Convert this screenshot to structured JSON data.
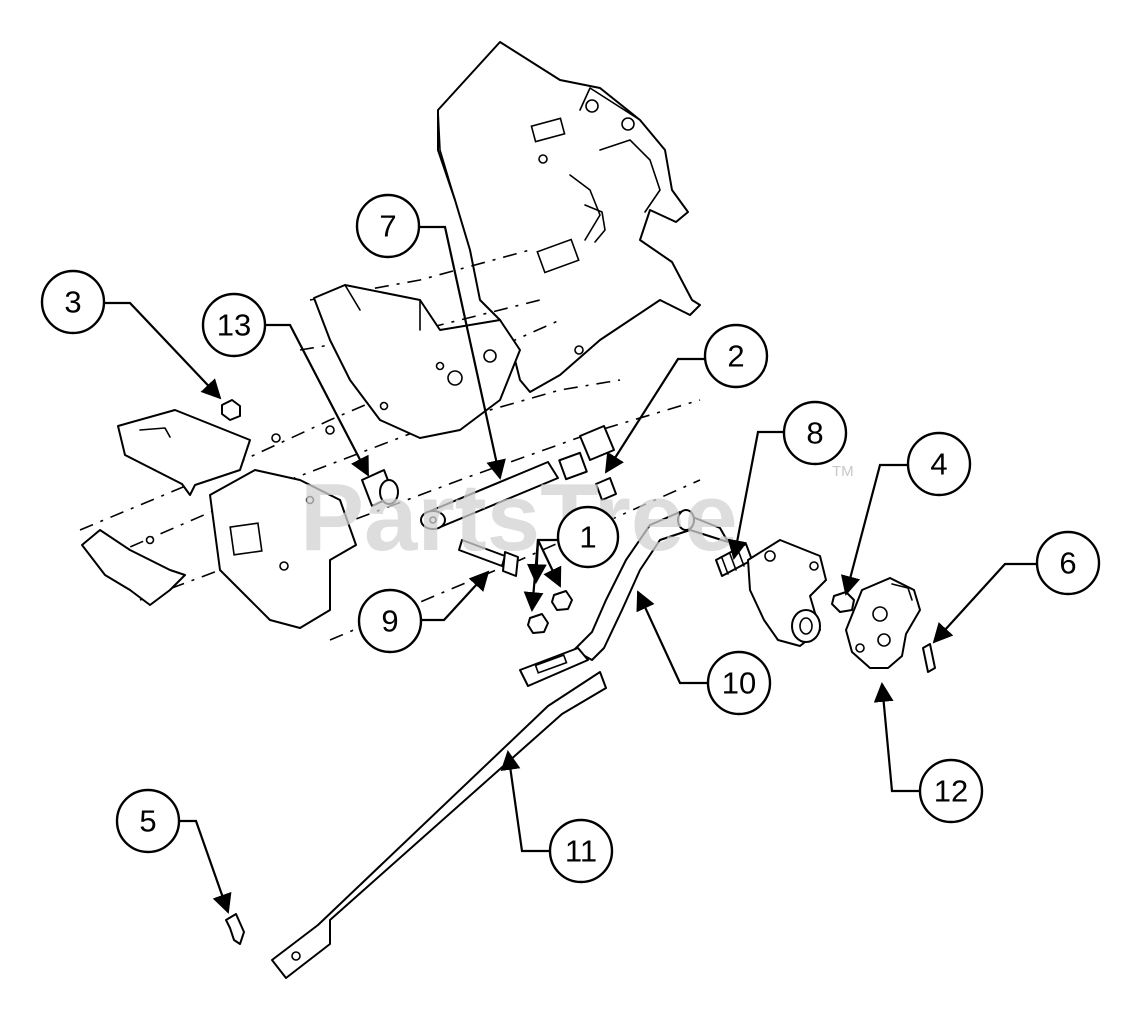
{
  "diagram": {
    "watermark": "PartsTree",
    "trademark": "TM",
    "callouts": [
      "1",
      "2",
      "3",
      "4",
      "5",
      "6",
      "7",
      "8",
      "9",
      "10",
      "11",
      "12",
      "13"
    ]
  }
}
